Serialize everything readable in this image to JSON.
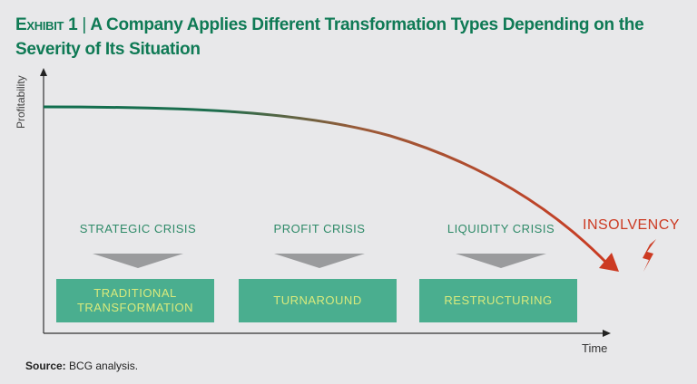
{
  "title": {
    "exhibit": "Exhibit 1",
    "separator": "|",
    "text": "A Company Applies Different Transformation Types Depending on the Severity of Its Situation"
  },
  "axes": {
    "y": "Profitability",
    "x": "Time"
  },
  "stages": [
    {
      "crisis": "STRATEGIC CRISIS",
      "action": "TRADITIONAL TRANSFORMATION"
    },
    {
      "crisis": "PROFIT CRISIS",
      "action": "TURNAROUND"
    },
    {
      "crisis": "LIQUIDITY CRISIS",
      "action": "RESTRUCTURING"
    }
  ],
  "outcome": "INSOLVENCY",
  "source": {
    "label": "Source:",
    "text": "BCG analysis."
  },
  "colors": {
    "title": "#0f7a55",
    "box": "#4aae8f",
    "boxText": "#d9ea7c",
    "red": "#cc3a22",
    "curveStart": "#0f6e4e"
  }
}
